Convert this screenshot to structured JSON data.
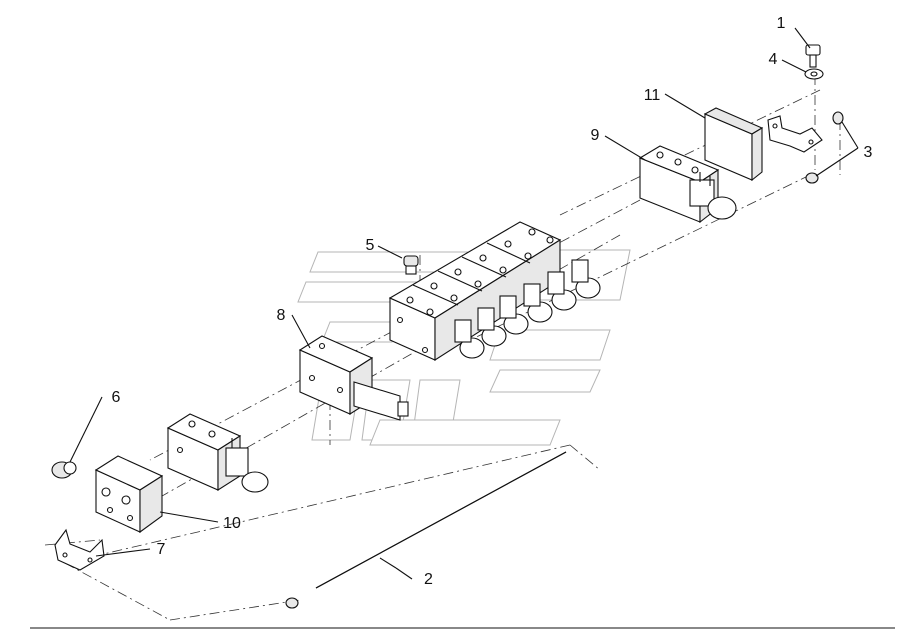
{
  "callouts": [
    {
      "id": "1",
      "label": "1"
    },
    {
      "id": "2",
      "label": "2"
    },
    {
      "id": "3",
      "label": "3"
    },
    {
      "id": "4",
      "label": "4"
    },
    {
      "id": "5",
      "label": "5"
    },
    {
      "id": "6",
      "label": "6"
    },
    {
      "id": "7",
      "label": "7"
    },
    {
      "id": "8",
      "label": "8"
    },
    {
      "id": "9",
      "label": "9"
    },
    {
      "id": "10",
      "label": "10"
    },
    {
      "id": "11",
      "label": "11"
    }
  ],
  "colors": {
    "line": "#111111",
    "watermark": "#b5b5b5",
    "background": "#ffffff"
  }
}
